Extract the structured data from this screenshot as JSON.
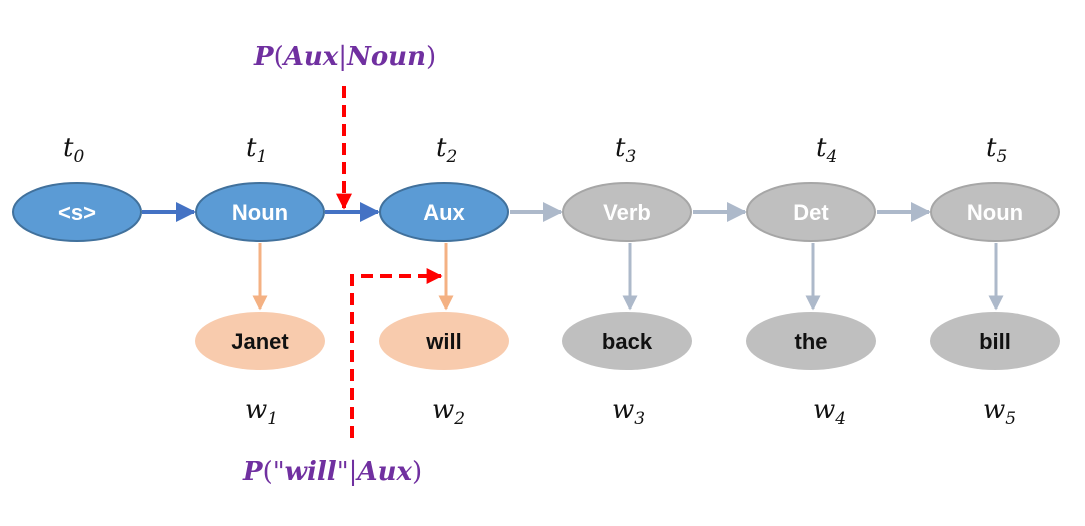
{
  "colors": {
    "active_fill": "#5b9bd5",
    "active_stroke": "#41719c",
    "active_arrow": "#4472c4",
    "inactive_fill": "#bfbfbf",
    "inactive_stroke": "#a6a6a6",
    "inactive_arrow": "#adb9ca",
    "emission_fill": "#f8cbad",
    "emission_arrow": "#f4b183",
    "prob_text": "#7030a0",
    "highlight_arrow": "#ff0000"
  },
  "time_labels": [
    {
      "base": "t",
      "sub": "0"
    },
    {
      "base": "t",
      "sub": "1"
    },
    {
      "base": "t",
      "sub": "2"
    },
    {
      "base": "t",
      "sub": "3"
    },
    {
      "base": "t",
      "sub": "4"
    },
    {
      "base": "t",
      "sub": "5"
    }
  ],
  "states": [
    {
      "label": "<s>",
      "active": true
    },
    {
      "label": "Noun",
      "active": true
    },
    {
      "label": "Aux",
      "active": true
    },
    {
      "label": "Verb",
      "active": false
    },
    {
      "label": "Det",
      "active": false
    },
    {
      "label": "Noun",
      "active": false
    }
  ],
  "observations": [
    {
      "word": "Janet",
      "active": true
    },
    {
      "word": "will",
      "active": true
    },
    {
      "word": "back",
      "active": false
    },
    {
      "word": "the",
      "active": false
    },
    {
      "word": "bill",
      "active": false
    }
  ],
  "word_labels": [
    {
      "base": "w",
      "sub": "1"
    },
    {
      "base": "w",
      "sub": "2"
    },
    {
      "base": "w",
      "sub": "3"
    },
    {
      "base": "w",
      "sub": "4"
    },
    {
      "base": "w",
      "sub": "5"
    }
  ],
  "transition_prob": {
    "prefix": "P",
    "open": "(",
    "term1": "Aux",
    "bar": "|",
    "term2": "Noun",
    "close": ")"
  },
  "emission_prob": {
    "prefix": "P",
    "open": "(\"",
    "term1": "will",
    "mid": "\"|",
    "term2": "Aux",
    "close": ")"
  }
}
